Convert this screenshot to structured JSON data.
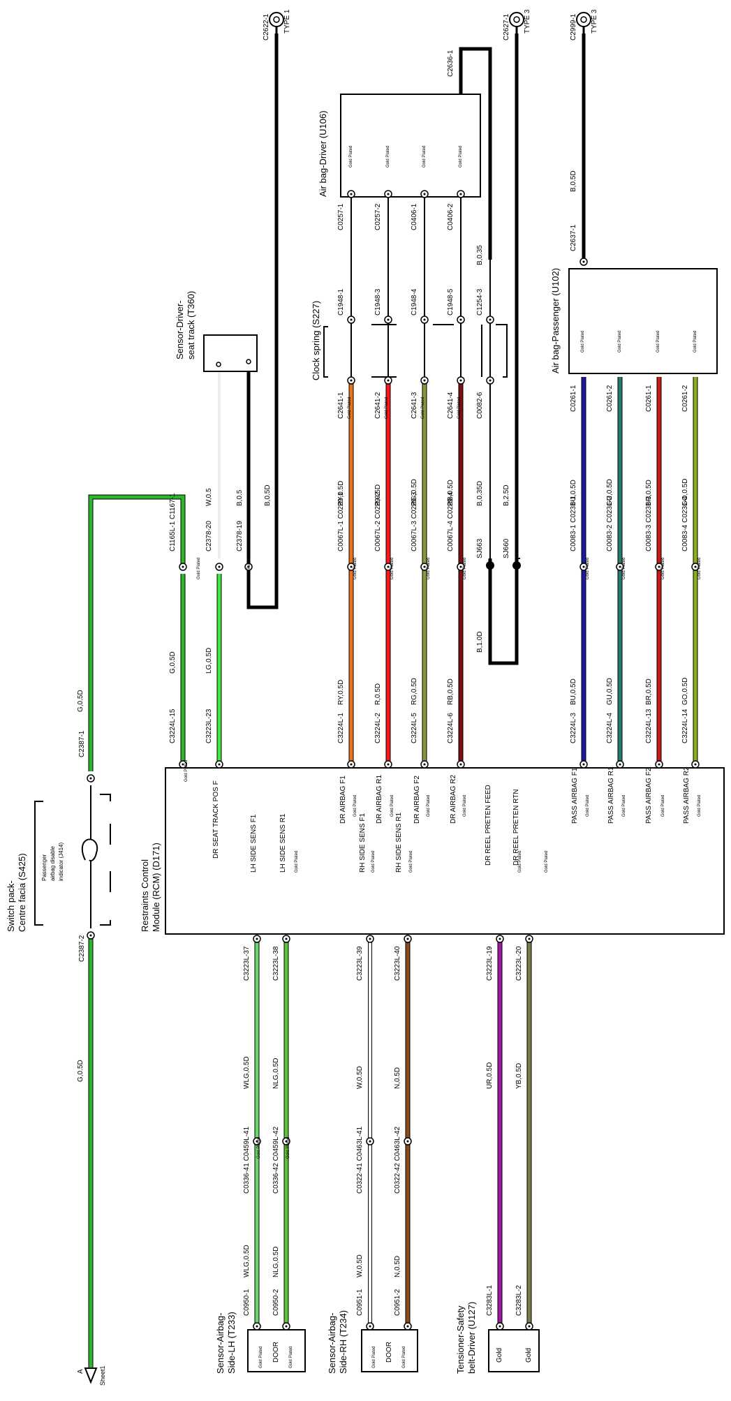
{
  "modules": {
    "rcm": {
      "name_1": "Restraints Control",
      "name_2": "Module (RCM) (D171)"
    },
    "switch_pack": {
      "name_1": "Switch pack-",
      "name_2": "Centre facia (S425)",
      "indicator": [
        "Passenger",
        "airbag disable",
        "indicator (J414)"
      ]
    },
    "seat_track": {
      "name_1": "Sensor-Driver-",
      "name_2": "seat track (T360)"
    },
    "clock_spring": {
      "name": "Clock spring (S227)"
    },
    "airbag_driver": {
      "name": "Air bag-Driver (U106)"
    },
    "airbag_passenger": {
      "name": "Air bag-Passenger (U102)"
    },
    "side_lh": {
      "name_1": "Sensor-Airbag-",
      "name_2": "Side-LH (T233)",
      "door": "DOOR"
    },
    "side_rh": {
      "name_1": "Sensor-Airbag-",
      "name_2": "Side-RH (T234)",
      "door": "DOOR"
    },
    "tensioner": {
      "name_1": "Tensioner-Safety",
      "name_2": "belt-Driver (U127)",
      "gold": "Gold"
    }
  },
  "plating": "Gold Plated",
  "rcm_pins_top": [
    "DR SEAT TRACK POS F",
    "LH SIDE SENS F1",
    "LH SIDE SENS R1",
    "DR AIRBAG F1",
    "DR AIRBAG R1",
    "RH SIDE SENS F1",
    "DR AIRBAG F2",
    "RH SIDE SENS R1",
    "DR AIRBAG R2",
    "DR REEL PRETEN FEED",
    "DR REEL PRETEN RTN",
    "PASS AIRBAG F1",
    "PASS AIRBAG R1",
    "PASS AIRBAG F2",
    "PASS AIRBAG R2"
  ],
  "wires": {
    "switch_g": {
      "wire": "G,0.5D"
    },
    "g_rcm": {
      "rcm_pin": "C3224L-15",
      "wire": "G,0.5D",
      "conn": "C1165L-1 C1167-1"
    },
    "lg": {
      "rcm_pin": "C3223L-23",
      "wire": "LG,0.5D",
      "conn": "C2378-20",
      "wire2": "W,0.5"
    },
    "seat_gnd": {
      "conn": "C2378-19",
      "wire": "B,0.5",
      "wire2": "B,0.5D"
    },
    "dr_f1": {
      "rcm_pin": "C3224L-1",
      "wire": "RY,0.5D",
      "conn": "C0067L-1 C0229-1",
      "wire2": "RY,0.5D",
      "cs_in": "C2641-1",
      "cs_out": "C1948-1",
      "end": "C0257-1"
    },
    "dr_r1": {
      "rcm_pin": "C3224L-2",
      "wire": "R,0.5D",
      "conn": "C0067L-2 C0229-2",
      "wire2": "R,0.5D",
      "cs_in": "C2641-2",
      "cs_out": "C1948-3",
      "end": "C0257-2"
    },
    "dr_f2": {
      "rcm_pin": "C3224L-5",
      "wire": "RG,0.5D",
      "conn": "C0067L-3 C0229-3",
      "wire2": "RG,0.5D",
      "cs_in": "C2641-3",
      "cs_out": "C1948-4",
      "end": "C0406-1"
    },
    "dr_r2": {
      "rcm_pin": "C3224L-6",
      "wire": "RB,0.5D",
      "conn": "C0067L-4 C0229-4",
      "wire2": "RB,0.5D",
      "cs_in": "C2641-4",
      "cs_out": "C1948-5",
      "end": "C0406-2"
    },
    "ground": {
      "wire": "B,1.0D",
      "splice1": "SJ663",
      "splice2": "SJ660",
      "wire2": "B,0.35D",
      "wire3": "B,2.5D",
      "cs_in": "C0082-6",
      "cs_out": "C1254-3",
      "wire4": "B,0.35",
      "drv_gnd": "C2636-1"
    },
    "pass_f1": {
      "rcm_pin": "C3224L-3",
      "wire": "BU,0.5D",
      "conn": "C0083-1 C0231-1",
      "wire2": "BU,0.5D",
      "end": "C0261-1"
    },
    "pass_r1": {
      "rcm_pin": "C3224L-4",
      "wire": "GU,0.5D",
      "conn": "C0083-2 C0231-2",
      "wire2": "GU,0.5D",
      "end": "C0261-2"
    },
    "pass_f2": {
      "rcm_pin": "C3224L-13",
      "wire": "BR,0.5D",
      "conn": "C0083-3 C0231-3",
      "wire2": "BR,0.5D",
      "end": "C0261-1"
    },
    "pass_r2": {
      "rcm_pin": "C3224L-14",
      "wire": "GO,0.5D",
      "conn": "C0083-4 C0231-4",
      "wire2": "GO,0.5D",
      "end": "C0261-2"
    },
    "pass_gnd": {
      "conn": "C2637-1",
      "wire": "B,0.5D"
    },
    "lh1": {
      "rcm_pin": "C3223L-37",
      "wire": "WLG,0.5D",
      "conn": "C0336-41 C0459L-41",
      "wire2": "WLG,0.5D",
      "end": "C0950-1"
    },
    "lh2": {
      "rcm_pin": "C3223L-38",
      "wire": "NLG,0.5D",
      "conn": "C0336-42 C0459L-42",
      "wire2": "NLG,0.5D",
      "end": "C0950-2"
    },
    "rh1": {
      "rcm_pin": "C3223L-39",
      "wire": "W,0.5D",
      "conn": "C0322-41 C0463L-41",
      "wire2": "W,0.5D",
      "end": "C0951-1"
    },
    "rh2": {
      "rcm_pin": "C3223L-40",
      "wire": "N,0.5D",
      "conn": "C0322-42 C0463L-42",
      "wire2": "N,0.5D",
      "end": "C0951-2"
    },
    "ten1": {
      "rcm_pin": "C3223L-19",
      "wire": "UR,0.5D",
      "end": "C3283L-1"
    },
    "ten2": {
      "rcm_pin": "C3223L-20",
      "wire": "YB,0.5D",
      "end": "C3283L-2"
    }
  },
  "grounds": {
    "g1": {
      "conn": "C2622-1",
      "type": "TYPE 1"
    },
    "g2": {
      "conn": "C2627-1",
      "type": "TYPE 3"
    },
    "g3": {
      "conn": "C2999-1",
      "type": "TYPE 3"
    }
  },
  "switch_conn": {
    "top": "C2387-1",
    "bottom": "C2387-2"
  },
  "sheet_ref": {
    "letter": "A",
    "sheet": "Sheet1"
  },
  "colors": {
    "G": "#2db52d",
    "LG": "#44e844",
    "RY": "#e8741c",
    "R": "#ff1a1a",
    "RG": "#8a9a3a",
    "RB": "#7a1010",
    "BU": "#1a1aa0",
    "GU": "#2a7a6a",
    "BR": "#c41a1a",
    "GO": "#8ab020",
    "WLG": "#6ad86a",
    "NLG": "#5cc43a",
    "W": "#d8d8d8",
    "N": "#8a4a1a",
    "UR": "#9a1aa0",
    "YB": "#7a7a4a",
    "B": "#000000"
  }
}
